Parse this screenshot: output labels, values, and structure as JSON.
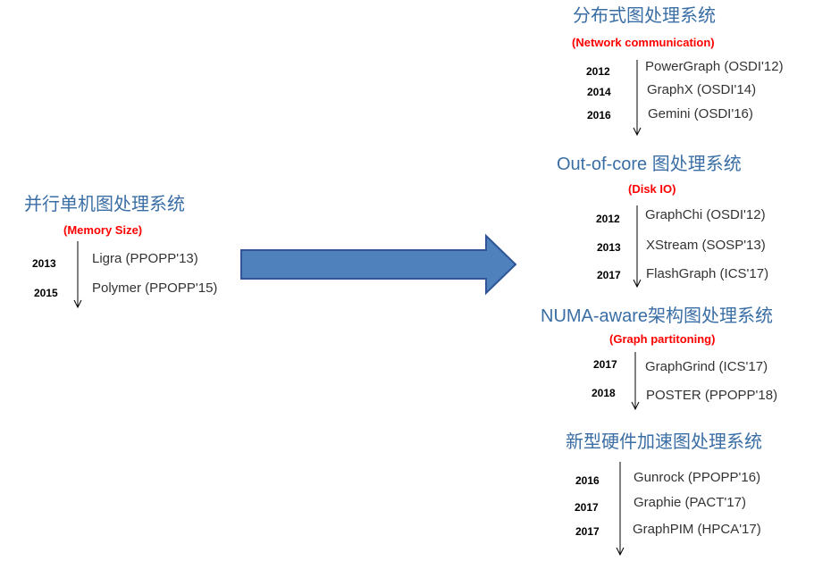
{
  "left": {
    "title": "并行单机图处理系统",
    "subtitle": "(Memory Size)",
    "entries": [
      {
        "year": "2013",
        "system": "Ligra (PPOPP'13)"
      },
      {
        "year": "2015",
        "system": "Polymer (PPOPP'15)"
      }
    ]
  },
  "groups": [
    {
      "title": "分布式图处理系统",
      "subtitle": "(Network communication)",
      "entries": [
        {
          "year": "2012",
          "system": "PowerGraph (OSDI'12)"
        },
        {
          "year": "2014",
          "system": "GraphX (OSDI'14)"
        },
        {
          "year": "2016",
          "system": "Gemini (OSDI'16)"
        }
      ]
    },
    {
      "title": "Out-of-core 图处理系统",
      "subtitle": "(Disk IO)",
      "entries": [
        {
          "year": "2012",
          "system": "GraphChi (OSDI'12)"
        },
        {
          "year": "2013",
          "system": "XStream (SOSP'13)"
        },
        {
          "year": "2017",
          "system": "FlashGraph (ICS'17)"
        }
      ]
    },
    {
      "title": "NUMA-aware架构图处理系统",
      "subtitle": "(Graph partitoning)",
      "entries": [
        {
          "year": "2017",
          "system": "GraphGrind (ICS'17)"
        },
        {
          "year": "2018",
          "system": "POSTER (PPOPP'18)"
        }
      ]
    },
    {
      "title": "新型硬件加速图处理系统",
      "subtitle": "",
      "entries": [
        {
          "year": "2016",
          "system": "Gunrock (PPOPP'16)"
        },
        {
          "year": "2017",
          "system": "Graphie (PACT'17)"
        },
        {
          "year": "2017",
          "system": "GraphPIM (HPCA'17)"
        }
      ]
    }
  ],
  "colors": {
    "title": "#3a6ea5",
    "subtitle": "#ff0000",
    "big_arrow_fill": "#4f81bd",
    "big_arrow_stroke": "#2f5597"
  }
}
